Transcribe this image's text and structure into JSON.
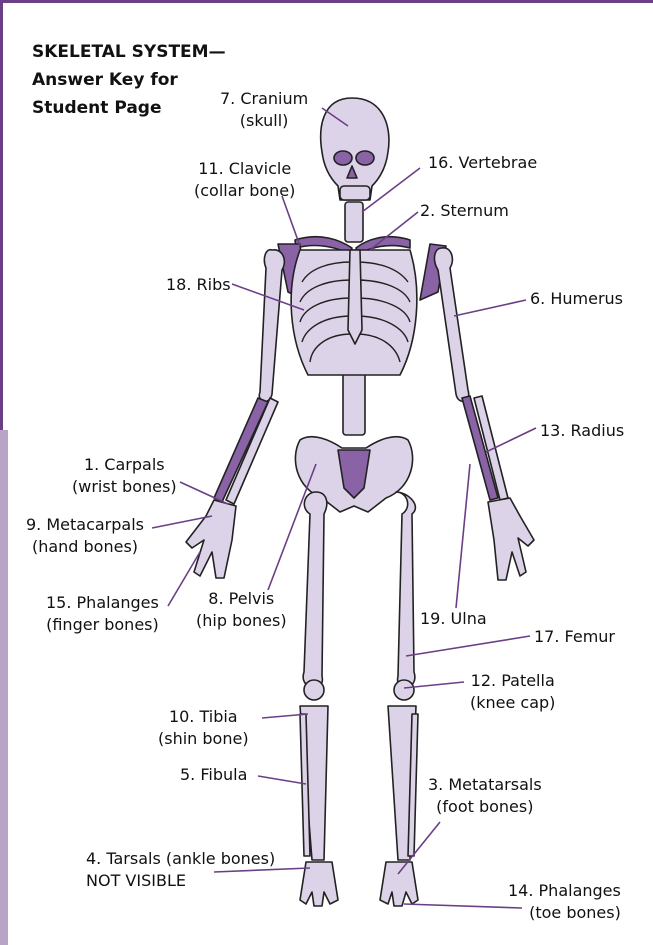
{
  "title": {
    "line1": "SKELETAL SYSTEM—",
    "line2": "Answer Key for",
    "line3": "Student Page"
  },
  "labels": [
    {
      "id": "cranium",
      "line1": "7. Cranium",
      "line2": "(skull)"
    },
    {
      "id": "vertebrae",
      "line1": "16. Vertebrae",
      "line2": ""
    },
    {
      "id": "clavicle",
      "line1": "11. Clavicle",
      "line2": "(collar bone)"
    },
    {
      "id": "sternum",
      "line1": "2. Sternum",
      "line2": ""
    },
    {
      "id": "ribs",
      "line1": "18. Ribs",
      "line2": ""
    },
    {
      "id": "humerus",
      "line1": "6. Humerus",
      "line2": ""
    },
    {
      "id": "radius",
      "line1": "13. Radius",
      "line2": ""
    },
    {
      "id": "carpals",
      "line1": "1. Carpals",
      "line2": "(wrist bones)"
    },
    {
      "id": "metacarpals",
      "line1": "9. Metacarpals",
      "line2": "(hand bones)"
    },
    {
      "id": "phalanges-hand",
      "line1": "15. Phalanges",
      "line2": "(finger bones)"
    },
    {
      "id": "pelvis",
      "line1": "8. Pelvis",
      "line2": "(hip bones)"
    },
    {
      "id": "ulna",
      "line1": "19. Ulna",
      "line2": ""
    },
    {
      "id": "femur",
      "line1": "17. Femur",
      "line2": ""
    },
    {
      "id": "patella",
      "line1": "12. Patella",
      "line2": "(knee cap)"
    },
    {
      "id": "tibia",
      "line1": "10. Tibia",
      "line2": "(shin bone)"
    },
    {
      "id": "fibula",
      "line1": "5. Fibula",
      "line2": ""
    },
    {
      "id": "metatarsals",
      "line1": "3. Metatarsals",
      "line2": "(foot bones)"
    },
    {
      "id": "tarsals",
      "line1": "4. Tarsals (ankle bones)",
      "line2": "NOT VISIBLE"
    },
    {
      "id": "phalanges-foot",
      "line1": "14. Phalanges",
      "line2": "(toe bones)"
    }
  ],
  "colors": {
    "frame": "#6a3f86",
    "bone_fill": "#ddd3e8",
    "bone_highlight": "#8a62a6",
    "outline": "#222222",
    "leader": "#6a3f86"
  }
}
